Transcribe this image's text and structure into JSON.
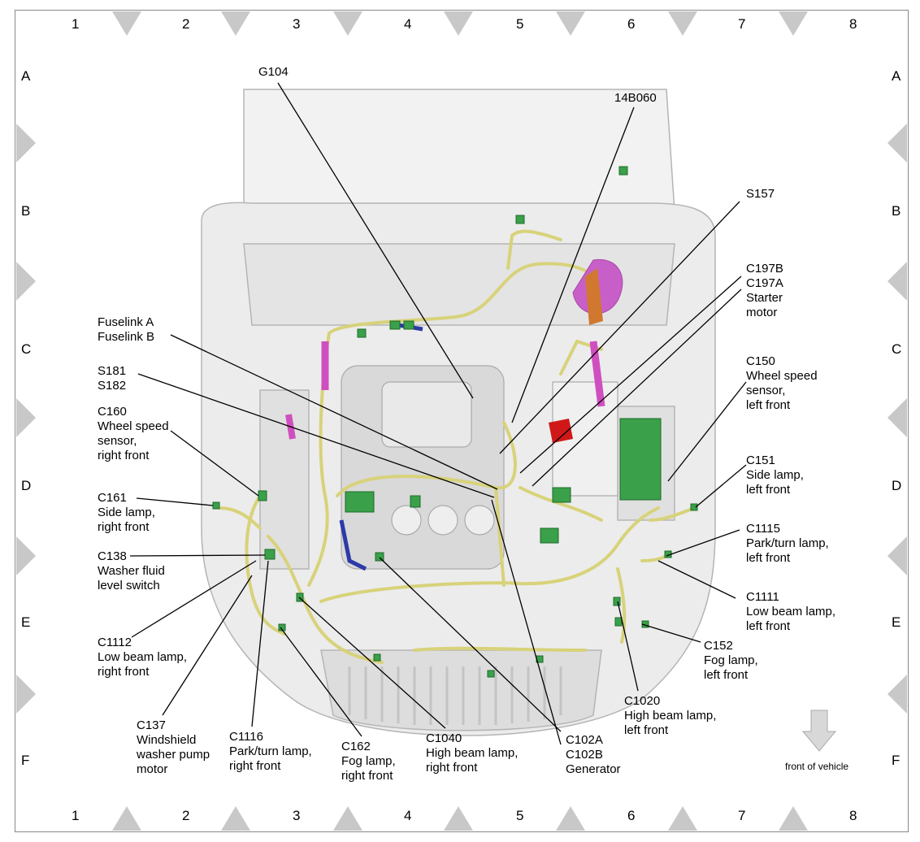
{
  "grid": {
    "columns": [
      "1",
      "2",
      "3",
      "4",
      "5",
      "6",
      "7",
      "8"
    ],
    "rows": [
      "A",
      "B",
      "C",
      "D",
      "E",
      "F"
    ]
  },
  "labels": {
    "g104": "G104",
    "l14b060": "14B060",
    "s157": "S157",
    "c197": [
      "C197B",
      "C197A",
      "Starter",
      "motor"
    ],
    "fuselink": [
      "Fuselink A",
      "Fuselink B"
    ],
    "s181": [
      "S181",
      "S182"
    ],
    "c160": [
      "C160",
      "Wheel speed",
      "sensor,",
      "right front"
    ],
    "c150": [
      "C150",
      "Wheel speed",
      "sensor,",
      "left front"
    ],
    "c161": [
      "C161",
      "Side lamp,",
      "right front"
    ],
    "c151": [
      "C151",
      "Side lamp,",
      "left front"
    ],
    "c138": [
      "C138",
      "Washer fluid",
      "level switch"
    ],
    "c1115": [
      "C1115",
      "Park/turn lamp,",
      "left front"
    ],
    "c1111": [
      "C1111",
      "Low beam lamp,",
      "left front"
    ],
    "c1112": [
      "C1112",
      "Low beam lamp,",
      "right front"
    ],
    "c152": [
      "C152",
      "Fog lamp,",
      "left front"
    ],
    "c1020": [
      "C1020",
      "High beam lamp,",
      "left front"
    ],
    "c137": [
      "C137",
      "Windshield",
      "washer pump",
      "motor"
    ],
    "c1116": [
      "C1116",
      "Park/turn lamp,",
      "right front"
    ],
    "c162": [
      "C162",
      "Fog lamp,",
      "right front"
    ],
    "c1040": [
      "C1040",
      "High beam lamp,",
      "right front"
    ],
    "c102": [
      "C102A",
      "C102B",
      "Generator"
    ],
    "front": "front of vehicle"
  },
  "colors": {
    "harness": "#d8d27a",
    "connector": "#3aa04a",
    "pink": "#d04fc0",
    "blue": "#2c3aa8",
    "red": "#d01818",
    "body": "#ececec",
    "outline": "#b5b5b5"
  }
}
